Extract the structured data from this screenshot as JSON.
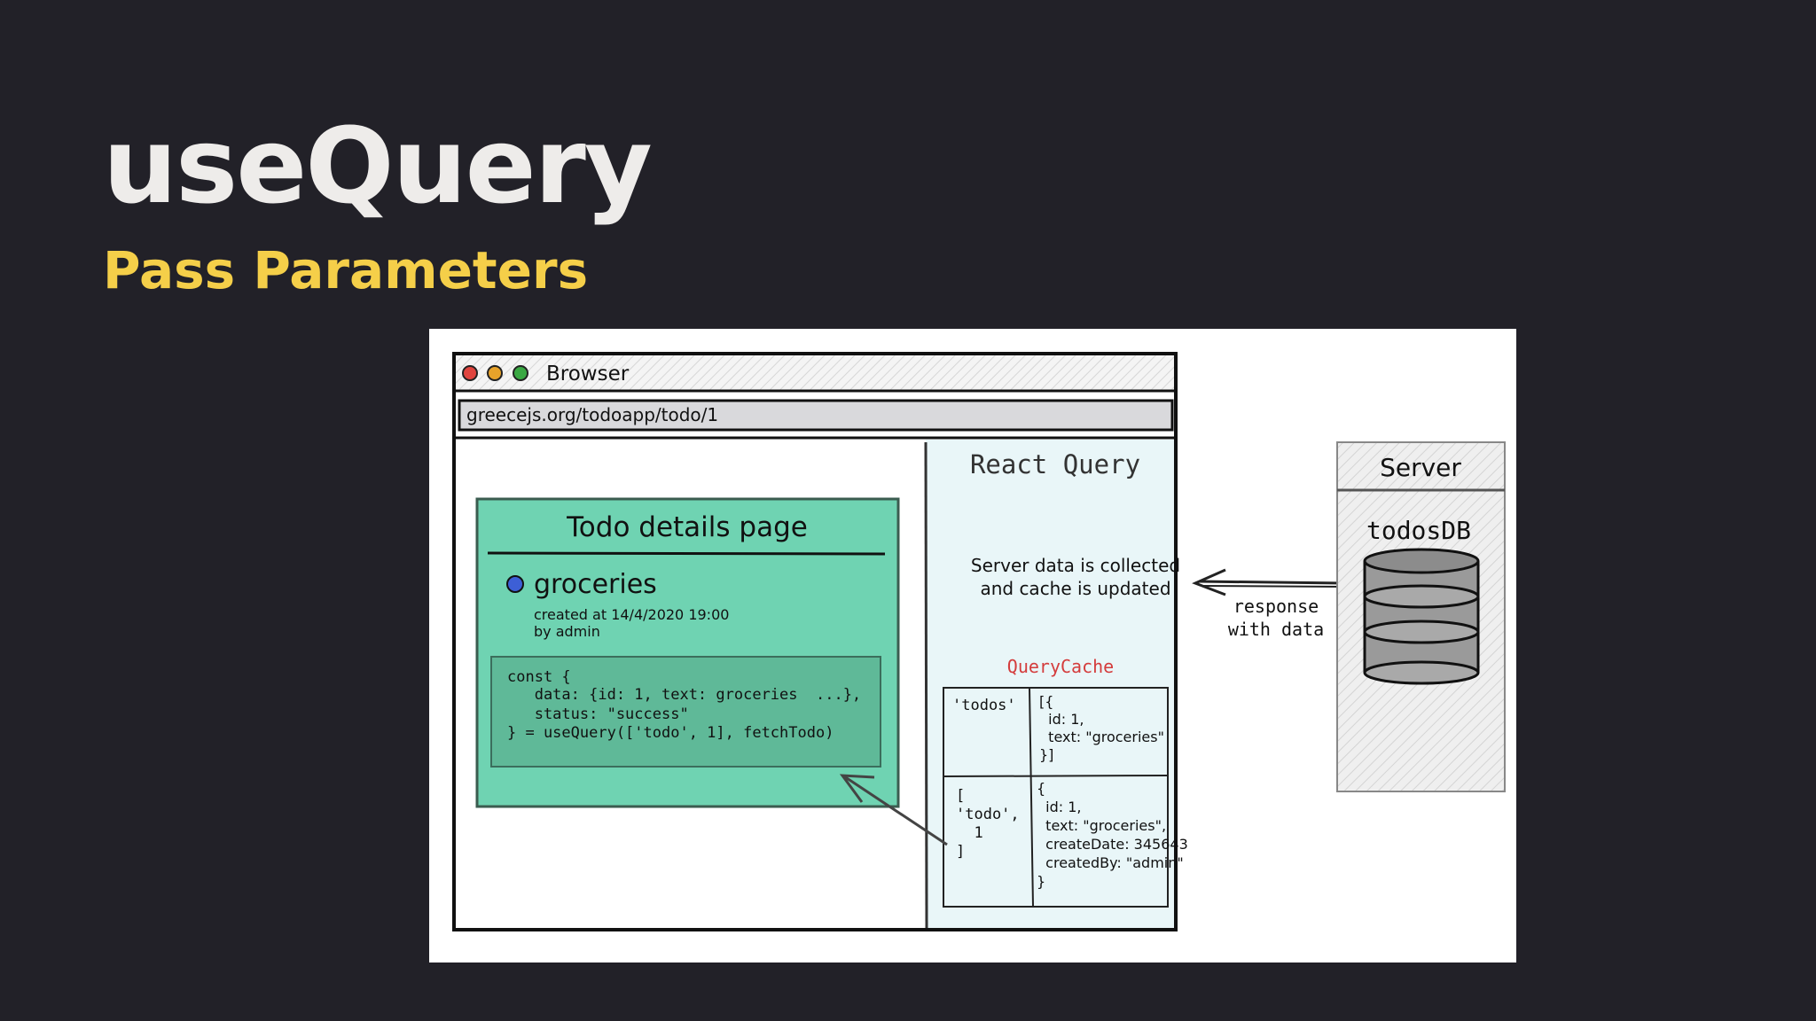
{
  "slide": {
    "title": "useQuery",
    "subtitle": "Pass Parameters"
  },
  "browser": {
    "title": "Browser",
    "url": "greecejs.org/todoapp/todo/1"
  },
  "todo_page": {
    "heading": "Todo details page",
    "item_title": "groceries",
    "meta_line1": "created at 14/4/2020 19:00",
    "meta_line2": "by admin",
    "code": [
      "const {",
      "   data: {id: 1, text: groceries  ...},",
      "   status: \"success\"",
      "} = useQuery(['todo', 1], fetchTodo)"
    ]
  },
  "react_query": {
    "title": "React Query",
    "note_line1": "Server data is collected",
    "note_line2": "and cache is updated",
    "cache_title": "QueryCache",
    "cache_rows": [
      {
        "key": [
          "'todos'"
        ],
        "value": [
          "[{",
          "  id: 1,",
          "  text: \"groceries\"",
          "}]"
        ]
      },
      {
        "key": [
          "[",
          "'todo',",
          "  1",
          "]"
        ],
        "value": [
          "{",
          "  id: 1,",
          "  text: \"groceries\",",
          "  createDate: 345643",
          "  createdBy: \"admin\"",
          "}"
        ]
      }
    ]
  },
  "response_label": [
    "response",
    "with data"
  ],
  "server": {
    "title": "Server",
    "db": "todosDB"
  },
  "colors": {
    "background": "#222128",
    "title": "#eeecea",
    "subtitle": "#f5cf49",
    "todo_panel": "#6fd3b2",
    "code_box": "#5fb998",
    "react_query_panel": "#e9f6f8",
    "cache_title": "#d43c3c",
    "server_panel": "#ececec",
    "db_fill": "#9a9a9a"
  }
}
